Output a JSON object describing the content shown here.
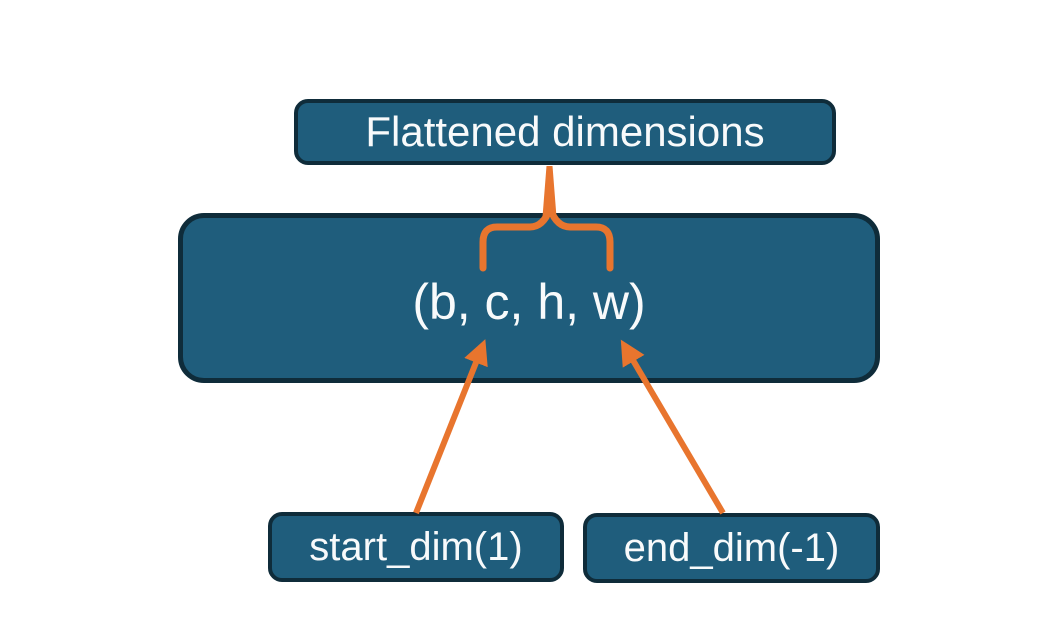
{
  "diagram": {
    "boxes": {
      "flattened": {
        "label": "Flattened dimensions"
      },
      "tensor": {
        "label": "(b, c, h, w)"
      },
      "start_dim": {
        "label": "start_dim(1)"
      },
      "end_dim": {
        "label": "end_dim(-1)"
      }
    },
    "colors": {
      "background": "#ffffff",
      "box_fill": "#1f5d7c",
      "box_border": "#0f2c3a",
      "label_text": "#f8fafb",
      "connector_orange": "#e8752e"
    }
  }
}
